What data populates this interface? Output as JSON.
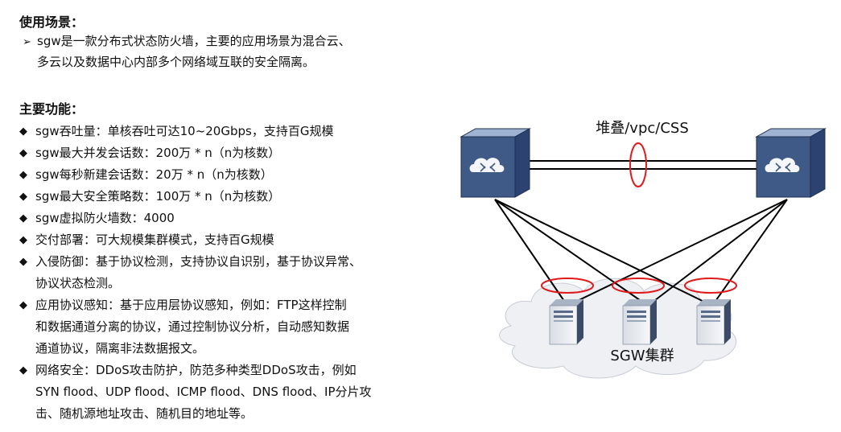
{
  "scenario": {
    "heading": "使用场景：",
    "lines": [
      "sgw是一款分布式状态防火墙，主要的应用场景为混合云、",
      "多云以及数据中心内部多个网络域互联的安全隔离。"
    ]
  },
  "functions": {
    "heading": "主要功能：",
    "items": [
      {
        "lines": [
          "sgw吞吐量：单核吞吐可达10~20Gbps，支持百G规模"
        ]
      },
      {
        "lines": [
          "sgw最大并发会话数：200万 * n（n为核数）"
        ]
      },
      {
        "lines": [
          "sgw每秒新建会话数：20万 * n（n为核数）"
        ]
      },
      {
        "lines": [
          "sgw最大安全策略数：100万 * n（n为核数）"
        ]
      },
      {
        "lines": [
          "sgw虚拟防火墙数：4000"
        ]
      },
      {
        "lines": [
          "交付部署：可大规模集群模式，支持百G规模"
        ]
      },
      {
        "lines": [
          "入侵防御：基于协议检测，支持协议自识别，基于协议异常、",
          "协议状态检测。"
        ]
      },
      {
        "lines": [
          "应用协议感知：基于应用层协议感知，例如：FTP这样控制",
          "和数据通道分离的协议，通过控制协议分析，自动感知数据",
          "通道协议，隔离非法数据报文。"
        ]
      },
      {
        "lines": [
          "网络安全：DDoS攻击防护，防范多种类型DDoS攻击，例如",
          "SYN  flood、UDP  flood、ICMP  flood、DNS  flood、IP分片攻",
          "击、随机源地址攻击、随机目的地址等。"
        ]
      }
    ]
  },
  "diagram": {
    "stack_label": "堆叠/vpc/CSS",
    "cluster_label": "SGW集群",
    "colors": {
      "switch_front": "#3f5a86",
      "switch_top": "#8fa6c8",
      "switch_side": "#2b416a",
      "ellipse": "#e0191b",
      "cloud": "#eef0f4"
    }
  }
}
